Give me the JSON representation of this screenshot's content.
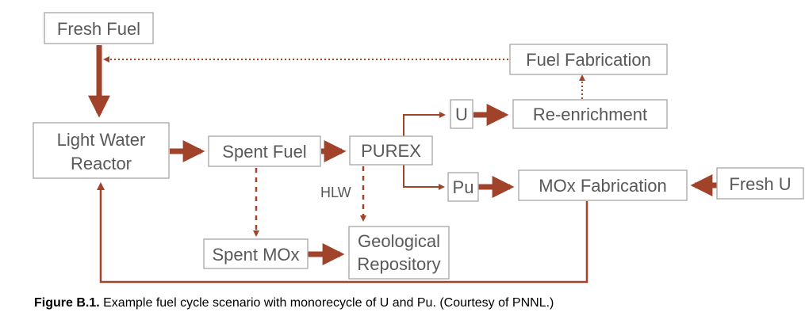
{
  "nodes": {
    "fresh_fuel": "Fresh Fuel",
    "fuel_fabrication": "Fuel Fabrication",
    "lwr_line1": "Light Water",
    "lwr_line2": "Reactor",
    "spent_fuel": "Spent Fuel",
    "purex": "PUREX",
    "u": "U",
    "re_enrichment": "Re-enrichment",
    "pu": "Pu",
    "mox_fabrication": "MOx Fabrication",
    "fresh_u": "Fresh U",
    "spent_mox": "Spent MOx",
    "geo_line1": "Geological",
    "geo_line2": "Repository"
  },
  "edge_labels": {
    "hlw": "HLW"
  },
  "caption": {
    "label": "Figure B.1.",
    "text": " Example fuel cycle scenario with monorecycle of U and Pu. (Courtesy of PNNL.)"
  },
  "colors": {
    "arrow": "#a0432a",
    "box_border": "#a6a6a6",
    "text": "#595959"
  }
}
